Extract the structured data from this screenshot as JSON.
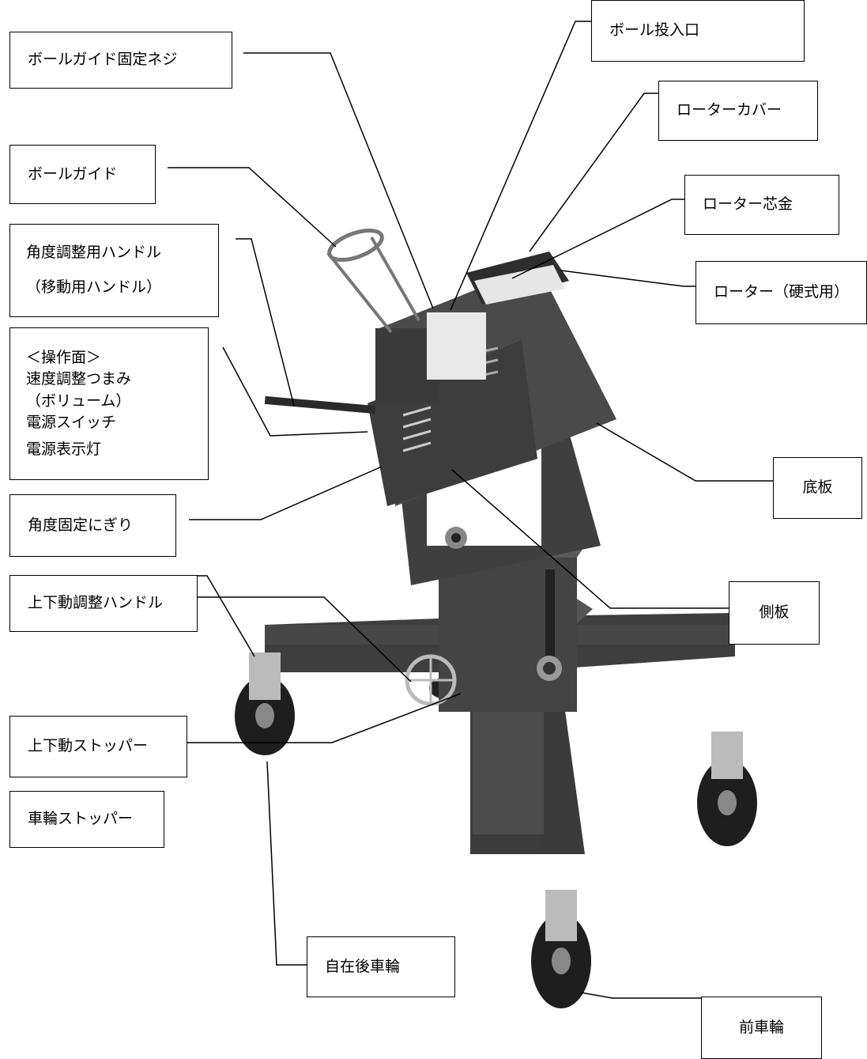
{
  "labels": {
    "ball_guide_screw": "ボールガイド固定ネジ",
    "ball_inlet": "ボール投入口",
    "rotor_cover": "ローターカバー",
    "ball_guide": "ボールガイド",
    "rotor_core": "ローター芯金",
    "angle_handle_line1": "角度調整用ハンドル",
    "angle_handle_line2": "（移動用ハンドル）",
    "rotor_hard": "ローター（硬式用）",
    "panel_line1": "＜操作面＞",
    "panel_line2": "速度調整つまみ",
    "panel_line3": "（ボリューム）",
    "panel_line4": "電源スイッチ",
    "panel_line5": "電源表示灯",
    "base_plate": "底板",
    "angle_grip": "角度固定にぎり",
    "updown_handle": "上下動調整ハンドル",
    "side_plate": "側板",
    "updown_stopper": "上下動ストッパー",
    "wheel_stopper": "車輪ストッパー",
    "caster_rear": "自在後車輪",
    "front_wheel": "前車輪"
  },
  "colors": {
    "machine_body": "#4a4a4a",
    "machine_dark": "#2a2a2a",
    "machine_light": "#d8d8d8",
    "line": "#000000"
  }
}
